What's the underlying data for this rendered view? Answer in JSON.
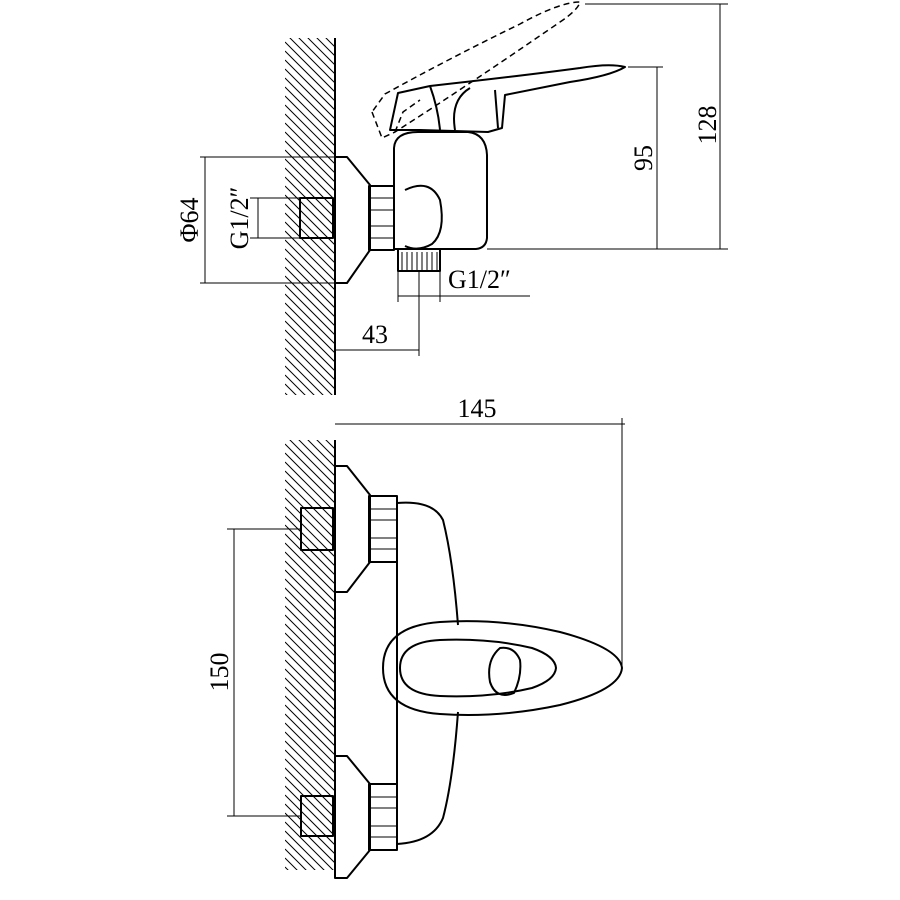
{
  "dimensions": {
    "height_128": "128",
    "height_95": "95",
    "diameter_64": "Φ64",
    "inlet_thread": "G1/2″",
    "outlet_thread": "G1/2″",
    "wall_offset_43": "43",
    "width_145": "145",
    "spacing_150": "150"
  }
}
